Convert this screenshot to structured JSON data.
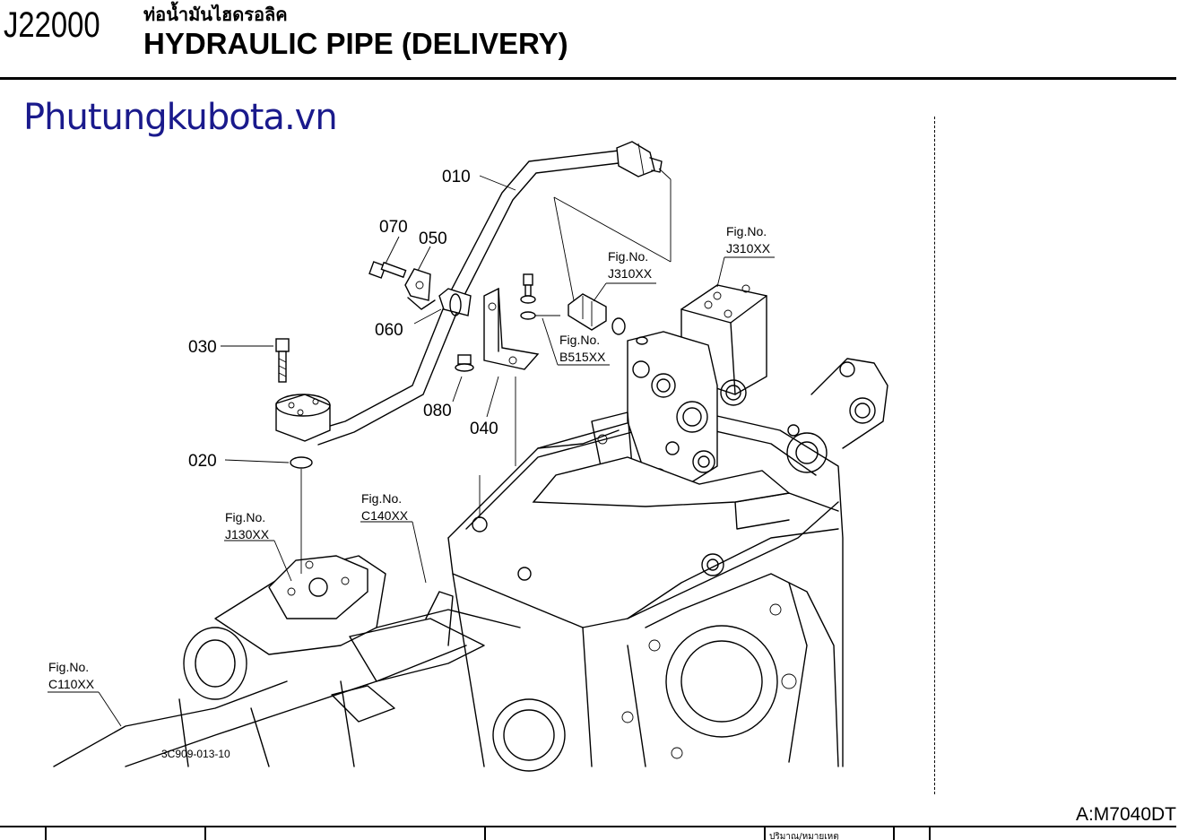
{
  "header": {
    "code": "J22000",
    "title_th": "ท่อน้ำมันไฮดรอลิค",
    "title_en": "HYDRAULIC PIPE (DELIVERY)"
  },
  "watermark": "Phutungkubota.vn",
  "model": "A:M7040DT",
  "drawing_number": "3C909-013-10",
  "callouts": {
    "010": "010",
    "020": "020",
    "030": "030",
    "040": "040",
    "050": "050",
    "060": "060",
    "070": "070",
    "080": "080"
  },
  "fig_refs": {
    "label": "Fig.No.",
    "j310_a": "J310XX",
    "j310_b": "J310XX",
    "b515": "B515XX",
    "c140": "C140XX",
    "j130": "J130XX",
    "c110": "C110XX"
  },
  "footer": {
    "clipped_text": "ปริมาณ/หมายเหตุ"
  }
}
